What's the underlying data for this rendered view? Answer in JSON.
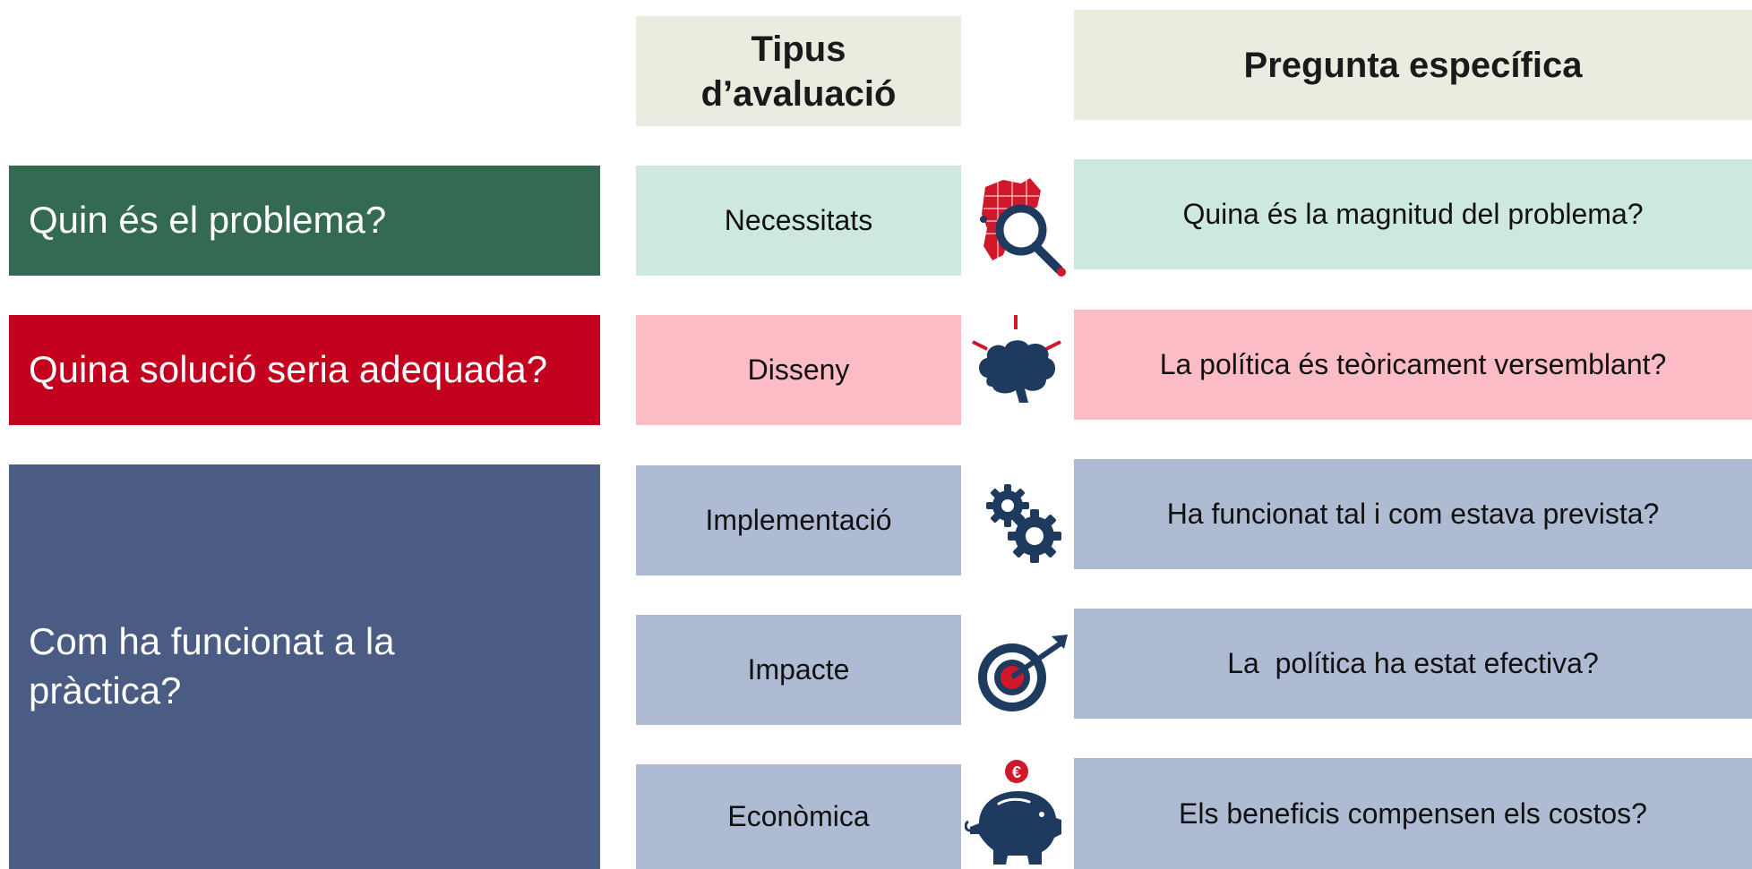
{
  "header": {
    "type_title": "Tipus d’avaluació",
    "question_title": "Pregunta específica"
  },
  "questions": [
    {
      "label": "Quin és el problema?",
      "color": "#356a52"
    },
    {
      "label": "Quina solució seria adequada?",
      "color": "#c3001d"
    },
    {
      "label": "Com ha funcionat a la pràctica?",
      "color": "#4a5c84"
    }
  ],
  "rows": [
    {
      "type": "Necessitats",
      "icon": "map-magnifier-icon",
      "specific": "Quina és la magnitud del problema?",
      "color": "#cde8de"
    },
    {
      "type": "Disseny",
      "icon": "brain-icon",
      "specific": "La política és teòricament versemblant?",
      "color": "#fbbcc5"
    },
    {
      "type": "Implementació",
      "icon": "gears-icon",
      "specific": "Ha funcionat tal i com estava prevista?",
      "color": "#afbad3"
    },
    {
      "type": "Impacte",
      "icon": "target-icon",
      "specific": "La  política ha estat efectiva?",
      "color": "#afbad3"
    },
    {
      "type": "Econòmica",
      "icon": "piggy-bank-icon",
      "specific": "Els beneficis compensen els costos?",
      "color": "#afbad3"
    }
  ],
  "colors": {
    "header_bg": "#ecebe0",
    "icon_navy": "#1e3a5f",
    "icon_red": "#d0182b"
  },
  "icon_text": {
    "euro": "€"
  }
}
